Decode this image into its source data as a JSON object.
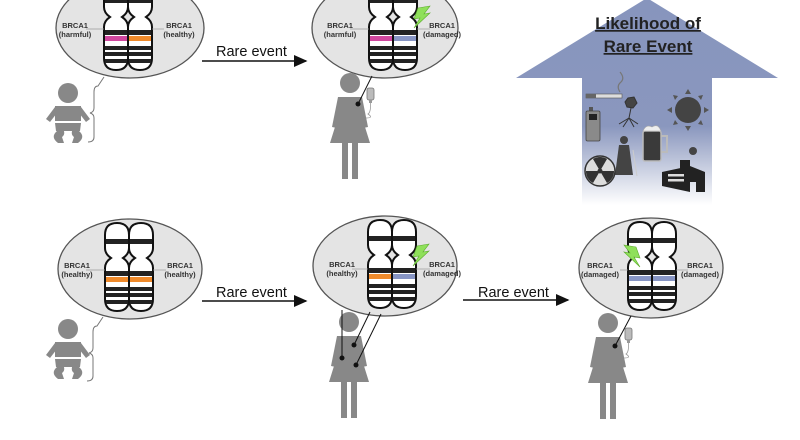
{
  "colors": {
    "bubble_fill": "#e4e4e4",
    "bubble_stroke": "#555555",
    "figure": "#888888",
    "harmful_band": "#d0479f",
    "healthy_band": "#ef8a2b",
    "damaged_band": "#8795c4",
    "lightning": "#8fe05a",
    "arrow_fill_top": "#8795bd",
    "arrow_fill_bottom": "#ffffff",
    "risk_icon": "#444444"
  },
  "scenario_top": {
    "stage1": {
      "left_gene": "BRCA1",
      "left_state": "(harmful)",
      "right_gene": "BRCA1",
      "right_state": "(healthy)",
      "person": "baby"
    },
    "transition_label": "Rare event",
    "stage2": {
      "left_gene": "BRCA1",
      "left_state": "(harmful)",
      "right_gene": "BRCA1",
      "right_state": "(damaged)",
      "person": "woman-with-iv"
    }
  },
  "scenario_bottom": {
    "stage1": {
      "left_gene": "BRCA1",
      "left_state": "(healthy)",
      "right_gene": "BRCA1",
      "right_state": "(healthy)",
      "person": "baby"
    },
    "transition1_label": "Rare event",
    "stage2": {
      "left_gene": "BRCA1",
      "left_state": "(healthy)",
      "right_gene": "BRCA1",
      "right_state": "(damaged)",
      "person": "woman"
    },
    "transition2_label": "Rare event",
    "stage3": {
      "left_gene": "BRCA1",
      "left_state": "(damaged)",
      "right_gene": "BRCA1",
      "right_state": "(damaged)",
      "person": "woman-with-iv"
    }
  },
  "risk_arrow": {
    "title_line1": "Likelihood of",
    "title_line2": "Rare Event",
    "icons": [
      "cigarette-icon",
      "vape-icon",
      "virus-icon",
      "sun-icon",
      "beer-icon",
      "elderly-person-icon",
      "radiation-icon",
      "factory-icon"
    ]
  }
}
